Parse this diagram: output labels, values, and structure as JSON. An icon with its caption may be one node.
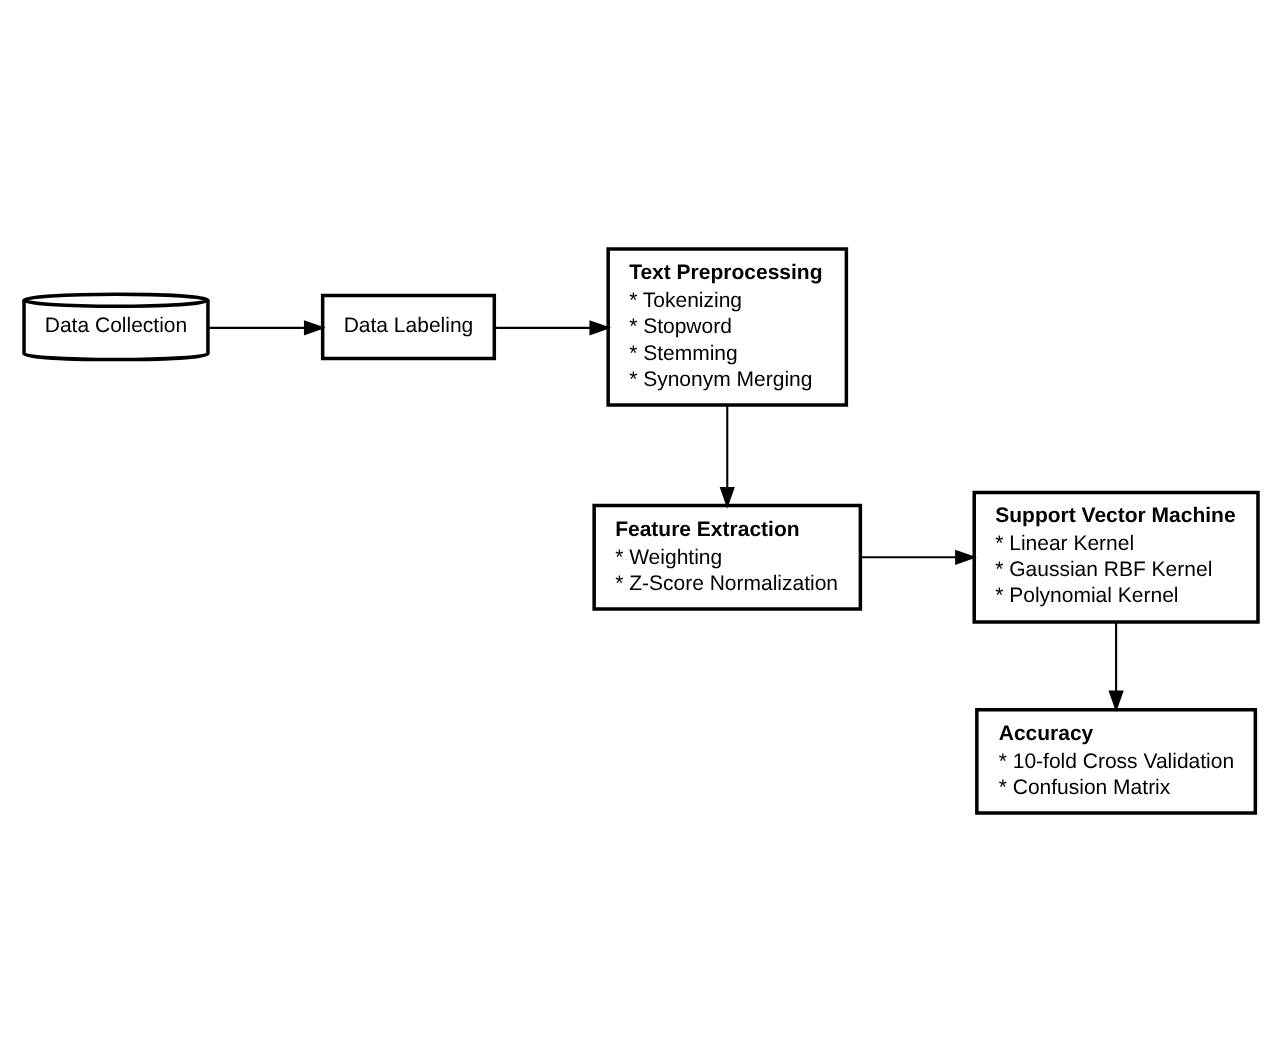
{
  "diagram": {
    "nodes": [
      {
        "text": [
          "Data Collection"
        ]
      },
      {
        "text": [
          "Data Labeling"
        ]
      },
      {
        "text": [
          "Text Preprocessing",
          "* Tokenizing",
          "* Stopword",
          "* Stemming",
          "* Synonym Merging"
        ]
      },
      {
        "text": [
          "Feature Extraction",
          "* Weighting",
          "* Z-Score Normalization"
        ]
      },
      {
        "text": [
          "Support Vector Machine",
          "* Linear Kernel",
          "* Gaussian RBF Kernel",
          "* Polynomial Kernel"
        ]
      },
      {
        "text": [
          "Accuracy",
          "* 10-fold Cross Validation",
          "* Confusion Matrix"
        ]
      }
    ],
    "edges": [
      {
        "from": 0,
        "to": 1,
        "arrow": "to"
      },
      {
        "from": 1,
        "to": 2,
        "arrow": "to"
      },
      {
        "from": 2,
        "to": 3,
        "arrow": "to"
      },
      {
        "from": 3,
        "to": 4,
        "arrow": "to"
      },
      {
        "from": 4,
        "to": 5,
        "arrow": "to"
      }
    ]
  }
}
